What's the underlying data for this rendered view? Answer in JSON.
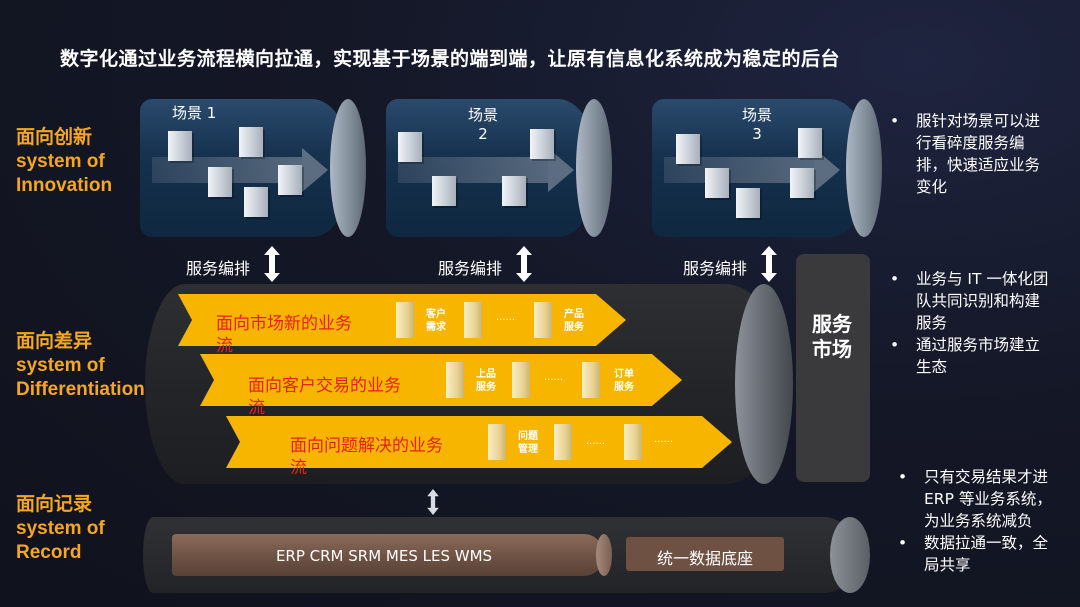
{
  "title": "数字化通过业务流程横向拉通，实现基于场景的端到端，让原有信息化系统成为稳定的后台",
  "layers": {
    "innovation": {
      "line1": "面向创新",
      "line2": "system of",
      "line3": "Innovation"
    },
    "differentiation": {
      "line1": "面向差异",
      "line2": "system of",
      "line3": "Differentiation"
    },
    "record": {
      "line1": "面向记录",
      "line2": "system of",
      "line3": "Record"
    }
  },
  "scenes": [
    {
      "label": "场景 1"
    },
    {
      "label_line1": "场景",
      "label_line2": "2"
    },
    {
      "label_line1": "场景",
      "label_line2": "3"
    }
  ],
  "service_orchestration": "服务编排",
  "flows": [
    {
      "text_line1": "面向市场新的业务",
      "text_line2": "流",
      "box1_line1": "客户",
      "box1_line2": "需求",
      "dots": "......",
      "box3_line1": "产品",
      "box3_line2": "服务"
    },
    {
      "text_line1": "面向客户交易的业务",
      "text_line2": "流",
      "box1_line1": "上品",
      "box1_line2": "服务",
      "dots": "......",
      "box3_line1": "订单",
      "box3_line2": "服务"
    },
    {
      "text_line1": "面向问题解决的业务",
      "text_line2": "流",
      "box1_line1": "问题",
      "box1_line2": "管理",
      "dots": "......",
      "dots2": "......"
    }
  ],
  "service_market": "服务市场",
  "erp_systems": "ERP CRM SRM MES LES WMS",
  "data_foundation": "统一数据底座",
  "bullets": {
    "group1": [
      "服针对场景可以进行看碎度服务编排，快速适应业务变化"
    ],
    "group2": [
      "业务与 IT 一体化团队共同识别和构建服务",
      "通过服务市场建立生态"
    ],
    "group3": [
      "只有交易结果才进 ERP 等业务系统，为业务系统减负",
      "数据拉通一致，全局共享"
    ]
  }
}
